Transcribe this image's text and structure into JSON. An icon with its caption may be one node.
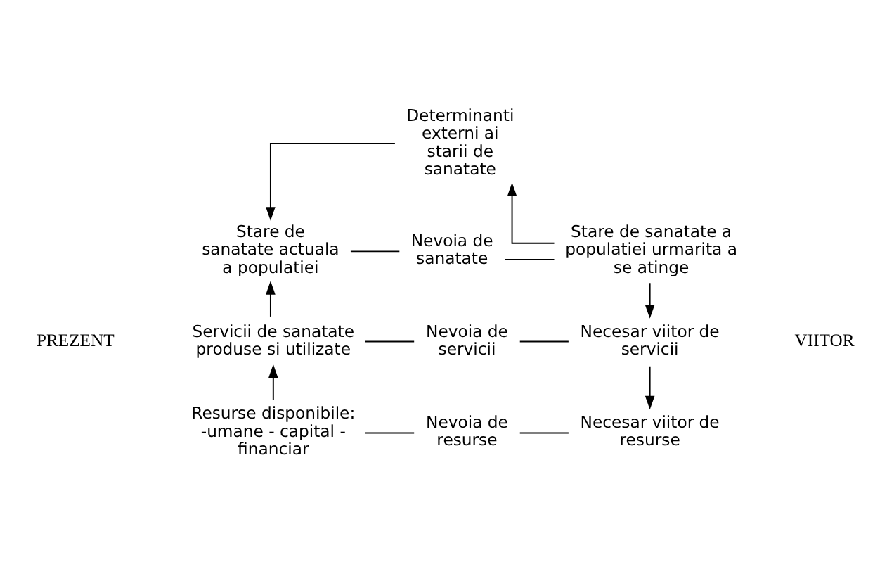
{
  "diagram": {
    "nodes": [
      {
        "text": [
          "Determinanti externi ai starii de sanatate"
        ]
      },
      {
        "text": [
          "Stare de sanatate actuala a populatiei"
        ]
      },
      {
        "text": [
          "Nevoia de sanatate"
        ]
      },
      {
        "text": [
          "Stare de sanatate a populatiei urmarita a se atinge"
        ]
      },
      {
        "text": [
          "Servicii de sanatate produse si utilizate"
        ]
      },
      {
        "text": [
          "Nevoia de servicii"
        ]
      },
      {
        "text": [
          "Necesar viitor de servicii"
        ]
      },
      {
        "text": [
          "Resurse disponibile: -umane - capital - financiar"
        ]
      },
      {
        "text": [
          "Nevoia de resurse"
        ]
      },
      {
        "text": [
          "Necesar viitor de resurse"
        ]
      }
    ],
    "edges": [
      {
        "from": 0,
        "to": 1,
        "arrow": "to"
      },
      {
        "from": 3,
        "to": 0,
        "arrow": "to"
      },
      {
        "from": 1,
        "to": 2,
        "arrow": "none"
      },
      {
        "from": 2,
        "to": 3,
        "arrow": "none"
      },
      {
        "from": 4,
        "to": 1,
        "arrow": "to"
      },
      {
        "from": 3,
        "to": 6,
        "arrow": "to"
      },
      {
        "from": 4,
        "to": 5,
        "arrow": "none"
      },
      {
        "from": 5,
        "to": 6,
        "arrow": "none"
      },
      {
        "from": 7,
        "to": 4,
        "arrow": "to"
      },
      {
        "from": 6,
        "to": 9,
        "arrow": "to"
      },
      {
        "from": 7,
        "to": 8,
        "arrow": "none"
      },
      {
        "from": 8,
        "to": 9,
        "arrow": "none"
      }
    ],
    "labels": [
      "PREZENT",
      "VIITOR"
    ]
  }
}
